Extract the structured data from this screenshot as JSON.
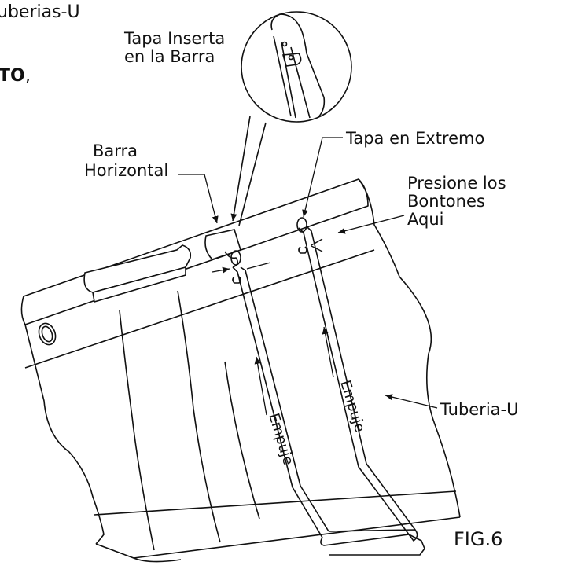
{
  "page_fragments": {
    "top_left": "uberias-U",
    "left_bold": "TO",
    "left_comma": ","
  },
  "labels": {
    "tapa_inserta_line1": "Tapa Inserta",
    "tapa_inserta_line2": "en la Barra",
    "barra_line1": "Barra",
    "barra_line2": "Horizontal",
    "tapa_extremo": "Tapa en Extremo",
    "presione_line1": "Presione los",
    "presione_line2": "Bontones",
    "presione_line3": "Aqui",
    "tuberia": "Tuberia-U",
    "empuje_left": "Empuje",
    "empuje_right": "Empuje",
    "figure": "FIG.6"
  }
}
